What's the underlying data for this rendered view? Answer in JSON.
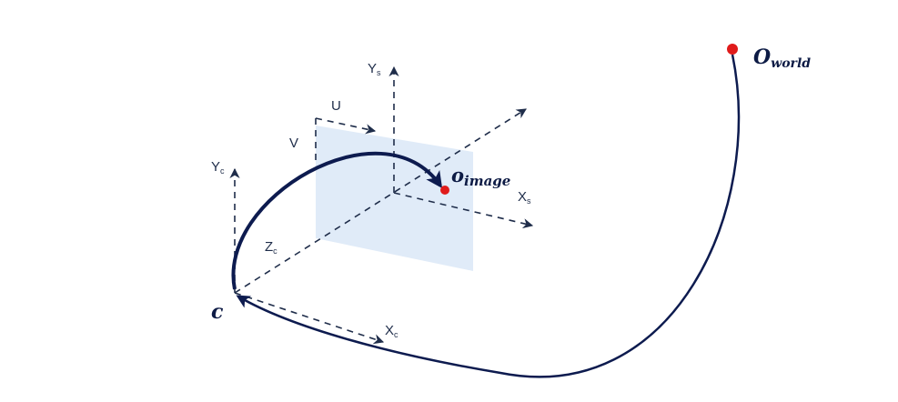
{
  "axes": {
    "camera_y": {
      "main": "Y",
      "sub": "c"
    },
    "camera_x": {
      "main": "X",
      "sub": "c"
    },
    "camera_z": {
      "main": "Z",
      "sub": "c"
    },
    "sensor_y": {
      "main": "Y",
      "sub": "s"
    },
    "sensor_x": {
      "main": "X",
      "sub": "s"
    },
    "image_u": "U",
    "image_v": "V"
  },
  "points": {
    "camera_center": "c",
    "image_origin": {
      "main": "o",
      "sub": "image"
    },
    "world_origin": {
      "main": "O",
      "sub": "world"
    }
  },
  "colors": {
    "curve": "#0d1b4f",
    "axis": "#1f2d4a",
    "plane_fill": "#dbe8f7",
    "point": "#e01b1b"
  }
}
